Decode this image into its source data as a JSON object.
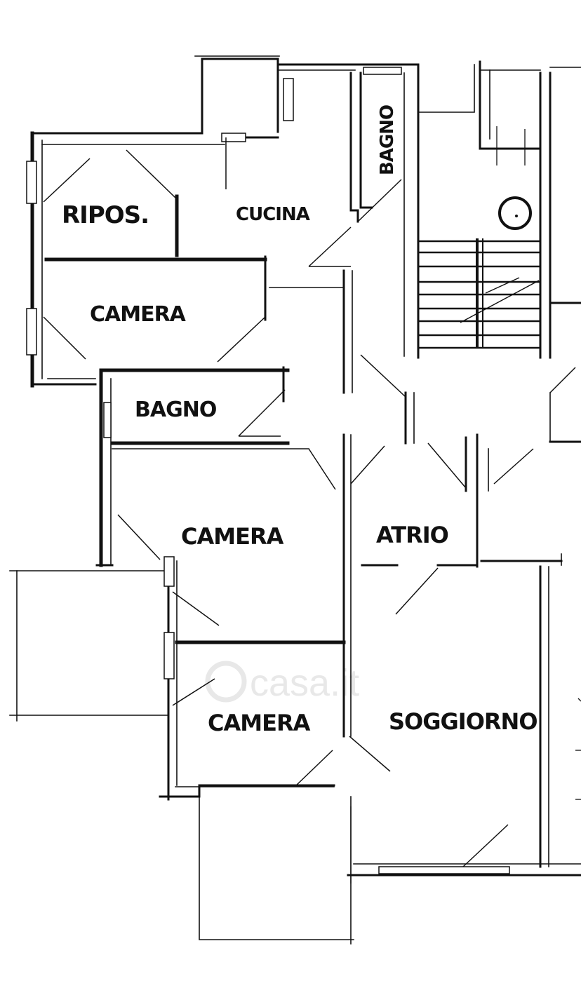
{
  "rooms": {
    "ripos": "RIPOS.",
    "cucina": "CUCINA",
    "bagno_top": "BAGNO",
    "camera_1": "CAMERA",
    "bagno_mid": "BAGNO",
    "camera_2": "CAMERA",
    "atrio": "ATRIO",
    "camera_3": "CAMERA",
    "soggiorno": "SOGGIORNO"
  },
  "watermark": "casa.it",
  "edge_mark": "O"
}
